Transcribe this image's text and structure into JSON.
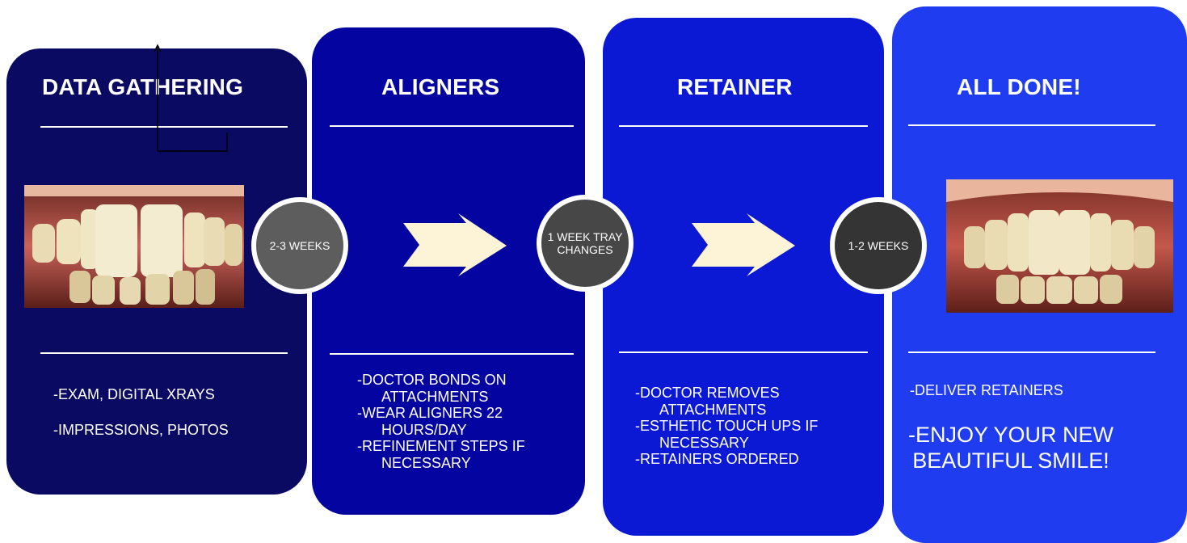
{
  "stages": [
    {
      "title": "DATA GATHERING",
      "lines": [
        "-EXAM, DIGITAL XRAYS",
        "-IMPRESSIONS, PHOTOS"
      ]
    },
    {
      "title": "ALIGNERS",
      "lines": [
        "-DOCTOR BONDS ON",
        "ATTACHMENTS",
        "-WEAR ALIGNERS 22",
        "HOURS/DAY",
        "-REFINEMENT STEPS IF",
        "NECESSARY"
      ]
    },
    {
      "title": "RETAINER",
      "lines": [
        "-DOCTOR REMOVES",
        "ATTACHMENTS",
        "-ESTHETIC TOUCH UPS IF",
        "NECESSARY",
        "-RETAINERS ORDERED"
      ]
    },
    {
      "title": "ALL DONE!",
      "lines": [
        "-DELIVER RETAINERS",
        "-ENJOY YOUR NEW",
        "BEAUTIFUL SMILE!"
      ]
    }
  ],
  "transitions": [
    {
      "label": "2-3 WEEKS"
    },
    {
      "label_line1": "1 WEEK TRAY",
      "label_line2": "CHANGES"
    },
    {
      "label": "1-2 WEEKS"
    }
  ],
  "colors": {
    "panel_1": "#0a0a63",
    "panel_2": "#0404a0",
    "panel_3": "#0b18d4",
    "panel_4": "#1f3cf0",
    "arrow": "#fdf3d6",
    "circle_1": "#5d5d5d",
    "circle_2": "#474747",
    "circle_3": "#343434"
  },
  "icons": {
    "before_photo": "crooked-teeth-photo-icon",
    "after_photo": "straight-teeth-photo-icon",
    "step_arrow": "right-arrow-icon"
  }
}
